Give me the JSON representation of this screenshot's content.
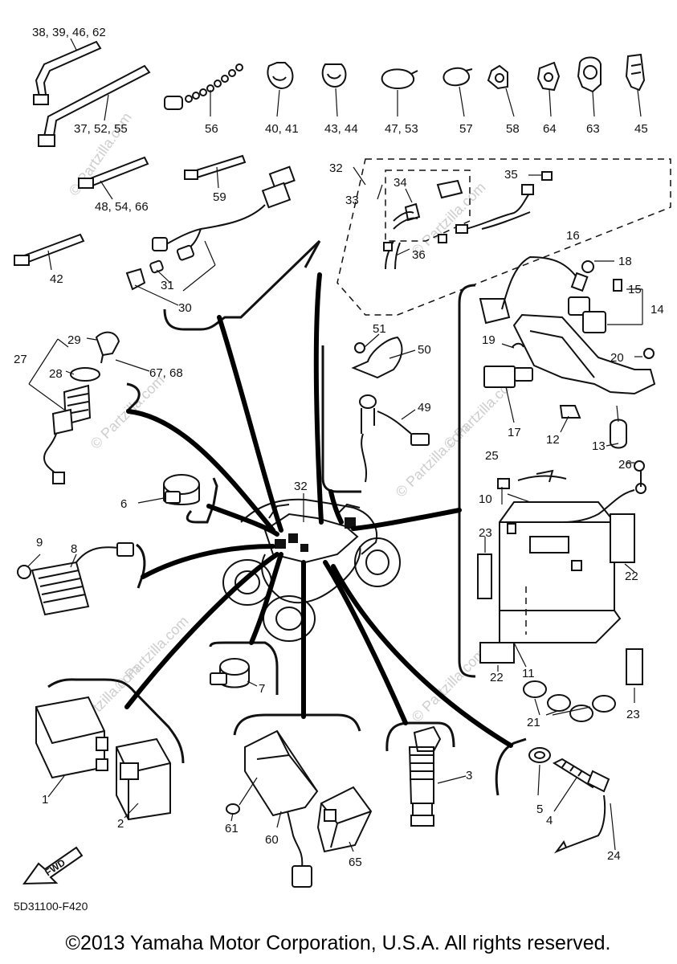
{
  "diagram_code": "5D31100-F420",
  "copyright": "©2013 Yamaha Motor Corporation, U.S.A. All rights reserved.",
  "watermark": "© Partzilla.com",
  "fwd_label": "FWD",
  "callouts": {
    "c38": "38, 39, 46, 62",
    "c37": "37, 52, 55",
    "c56": "56",
    "c40": "40, 41",
    "c43": "43, 44",
    "c47": "47, 53",
    "c57": "57",
    "c58": "58",
    "c64": "64",
    "c63": "63",
    "c45": "45",
    "c48": "48, 54, 66",
    "c42": "42",
    "c59": "59",
    "c31": "31",
    "c30": "30",
    "c32a": "32",
    "c33": "33",
    "c34": "34",
    "c35": "35",
    "c36": "36",
    "c16": "16",
    "c18": "18",
    "c15": "15",
    "c14": "14",
    "c19": "19",
    "c20": "20",
    "c17": "17",
    "c12": "12",
    "c13": "13",
    "c26": "26",
    "c25": "25",
    "c10": "10",
    "c23a": "23",
    "c22a": "22",
    "c22b": "22",
    "c11": "11",
    "c21": "21",
    "c23b": "23",
    "c29": "29",
    "c27": "27",
    "c28": "28",
    "c67": "67, 68",
    "c51": "51",
    "c50": "50",
    "c49": "49",
    "c6": "6",
    "c32b": "32",
    "c9": "9",
    "c8": "8",
    "c7": "7",
    "c1": "1",
    "c2": "2",
    "c61": "61",
    "c60": "60",
    "c65": "65",
    "c3": "3",
    "c5": "5",
    "c4": "4",
    "c24": "24"
  }
}
